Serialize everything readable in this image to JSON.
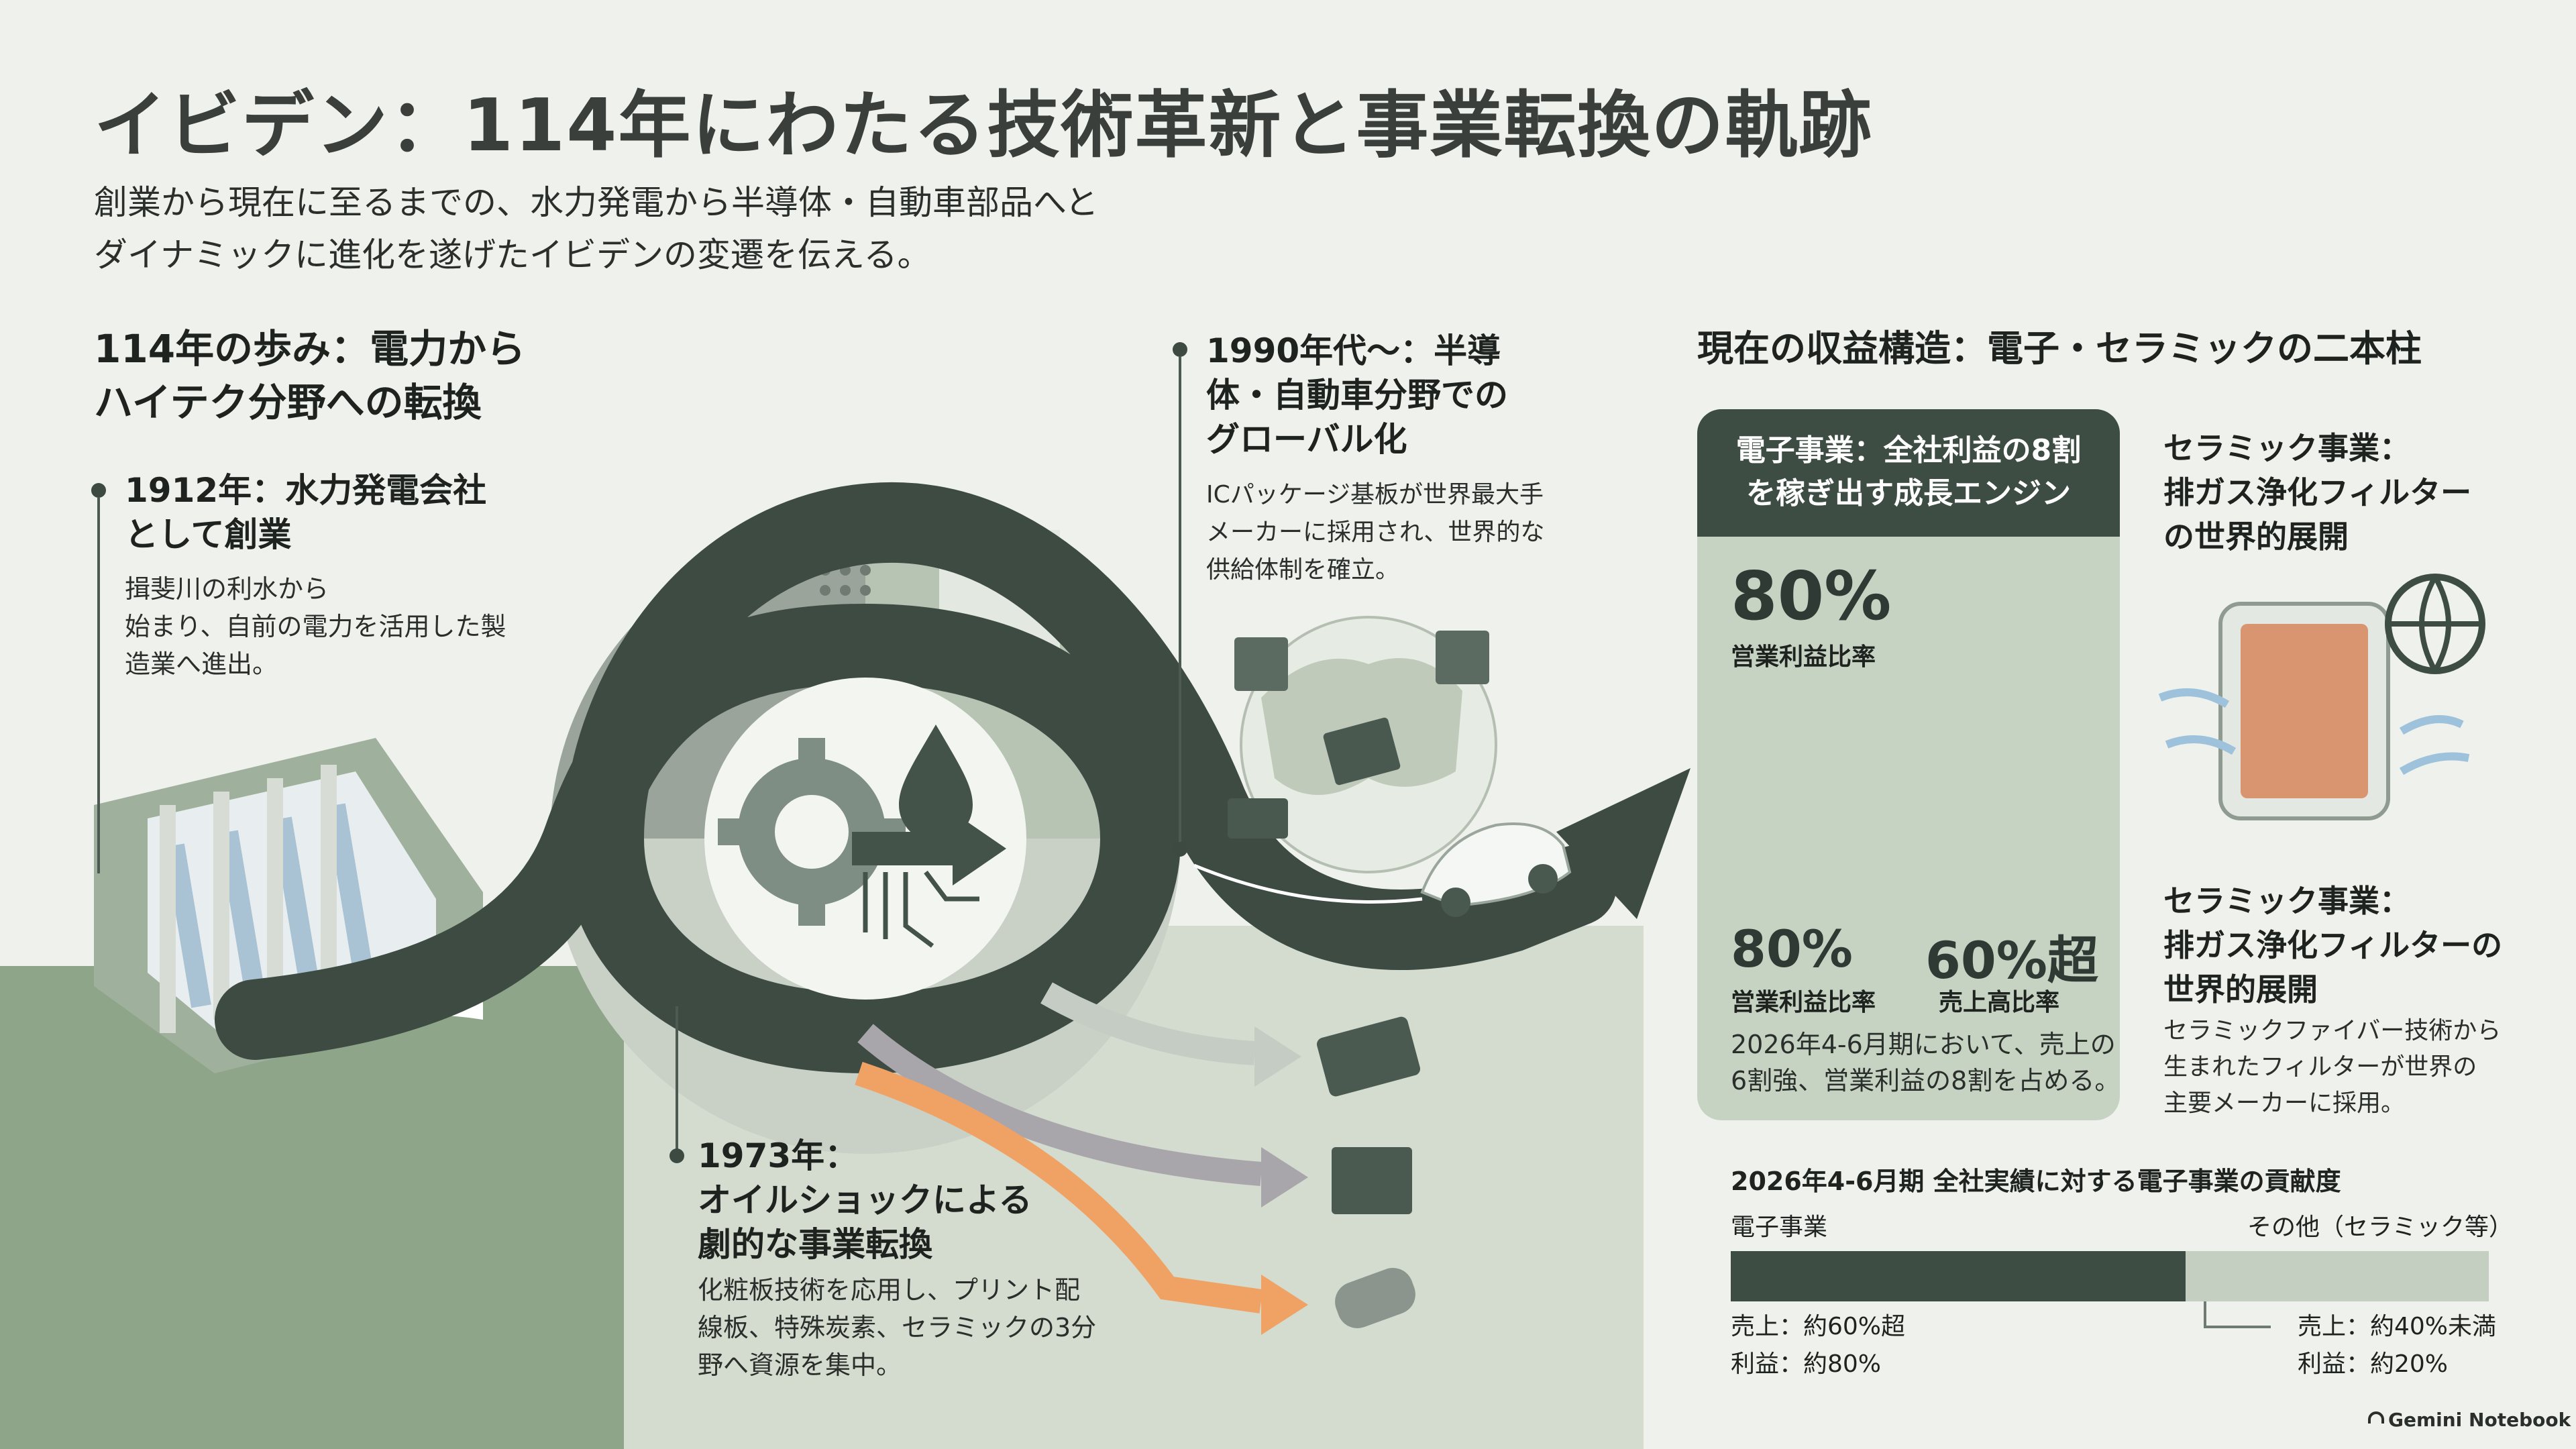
{
  "title": "イビデン：114年にわたる技術革新と事業転換の軌跡",
  "subtitle_lines": [
    "創業から現在に至るまでの、水力発電から半導体・自動車部品へと",
    "ダイナミックに進化を遂げたイビデンの変遷を伝える。"
  ],
  "history": {
    "heading_lines": [
      "114年の歩み：電力から",
      "ハイテク分野への転換"
    ],
    "milestones": [
      {
        "title_lines": [
          "1912年：水力発電会社",
          "として創業"
        ],
        "body_lines": [
          "揖斐川の利水から",
          "始まり、自前の電力を活用した製",
          "造業へ進出。"
        ]
      },
      {
        "title_lines": [
          "1973年：",
          "オイルショックによる",
          "劇的な事業転換"
        ],
        "body_lines": [
          "化粧板技術を応用し、プリント配",
          "線板、特殊炭素、セラミックの3分",
          "野へ資源を集中。"
        ]
      },
      {
        "title_lines": [
          "1990年代〜：半導",
          "体・自動車分野での",
          "グローバル化"
        ],
        "body_lines": [
          "ICパッケージ基板が世界最大手",
          "メーカーに採用され、世界的な",
          "供給体制を確立。"
        ]
      }
    ]
  },
  "structure": {
    "heading": "現在の収益構造：電子・セラミックの二本柱",
    "electronics": {
      "header_lines": [
        "電子事業：全社利益の8割",
        "を稼ぎ出す成長エンジン"
      ],
      "top_value": "80%",
      "top_label": "営業利益比率",
      "stats": [
        {
          "value": "80%",
          "label": "営業利益比率"
        },
        {
          "value": "60%超",
          "label": "売上高比率"
        }
      ],
      "note_lines": [
        "2026年4-6月期において、売上の",
        "6割強、営業利益の8割を占める。"
      ]
    },
    "ceramics": {
      "top_heading_lines": [
        "セラミック事業：",
        "排ガス浄化フィルター",
        "の世界的展開"
      ],
      "heading_lines": [
        "セラミック事業：",
        "排ガス浄化フィルターの",
        "世界的展開"
      ],
      "body_lines": [
        "セラミックファイバー技術から",
        "生まれたフィルターが世界の",
        "主要メーカーに採用。"
      ]
    },
    "contribution": {
      "title": "2026年4-6月期 全社実績に対する電子事業の貢献度",
      "left_label": "電子事業",
      "right_label": "その他（セラミック等）",
      "electronic_share": 0.6,
      "left_notes": [
        "売上：約60%超",
        "利益：約80%"
      ],
      "right_notes": [
        "売上：約40%未満",
        "利益：約20%"
      ]
    }
  },
  "brand": "Gemini Notebook",
  "colors": {
    "background": "#eef1ec",
    "dark_green": "#3d4d44",
    "sage": "#8ea58a",
    "light_sage": "#c6d3c3",
    "orange_arrow": "#f0a265"
  }
}
